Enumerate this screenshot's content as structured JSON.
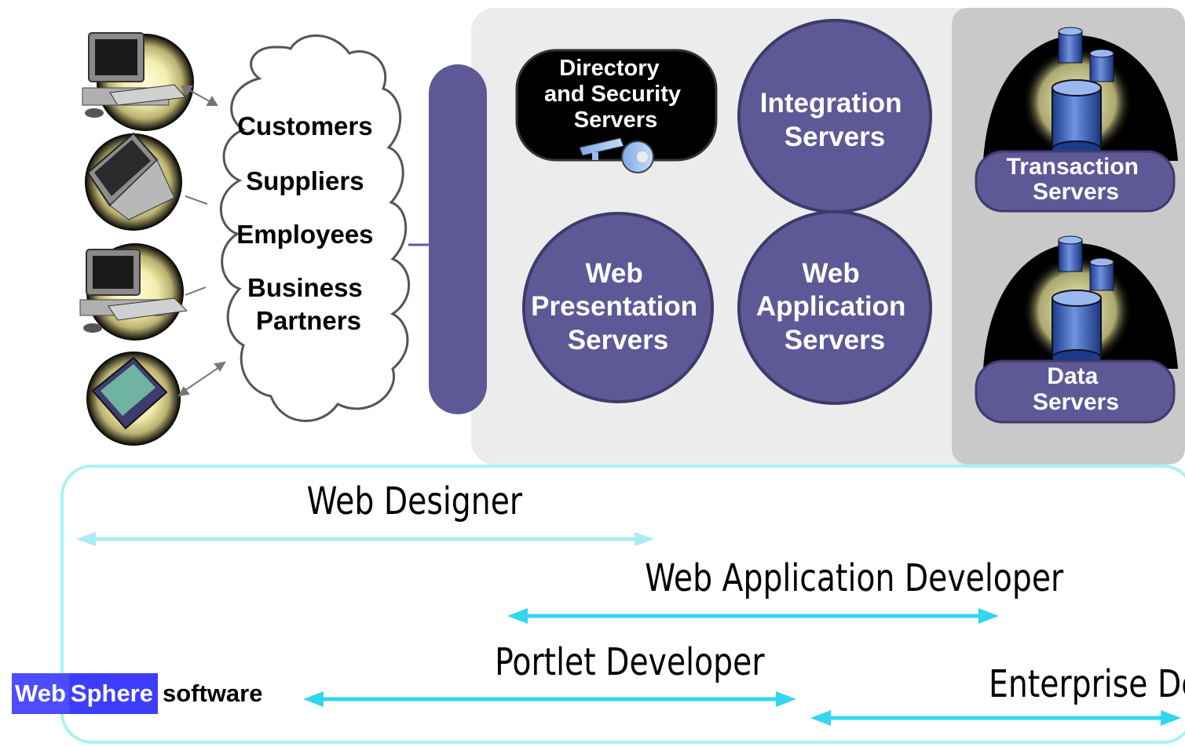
{
  "cloud": {
    "audiences": [
      "Customers",
      "Suppliers",
      "Employees",
      "Business",
      "Partners"
    ]
  },
  "servers": {
    "directory": [
      "Directory",
      "and Security",
      "Servers"
    ],
    "integration": [
      "Integration",
      "Servers"
    ],
    "web_presentation": [
      "Web",
      "Presentation",
      "Servers"
    ],
    "web_application": [
      "Web",
      "Application",
      "Servers"
    ],
    "transaction": [
      "Transaction",
      "Servers"
    ],
    "data": [
      "Data",
      "Servers"
    ]
  },
  "roles": {
    "web_designer": "Web Designer",
    "web_application_developer": "Web Application Developer",
    "portlet_developer": "Portlet Developer",
    "enterprise_developer": "Enterprise Developer"
  },
  "branding": {
    "web": "Web",
    "sphere": "Sphere",
    "software": "software"
  },
  "colors": {
    "server_purple": "#5f5896",
    "panel_light": "#ececec",
    "panel_dark": "#c9c9c9",
    "role_frame": "#a9f2f2",
    "arrow_light": "#a8ecf2",
    "arrow_cyan": "#33d6ee",
    "brand_blue": "#4d4dff"
  },
  "icons": [
    "desktop-computer-icon",
    "laptop-icon",
    "desktop-computer-icon",
    "pda-icon",
    "key-icon",
    "database-icon"
  ]
}
